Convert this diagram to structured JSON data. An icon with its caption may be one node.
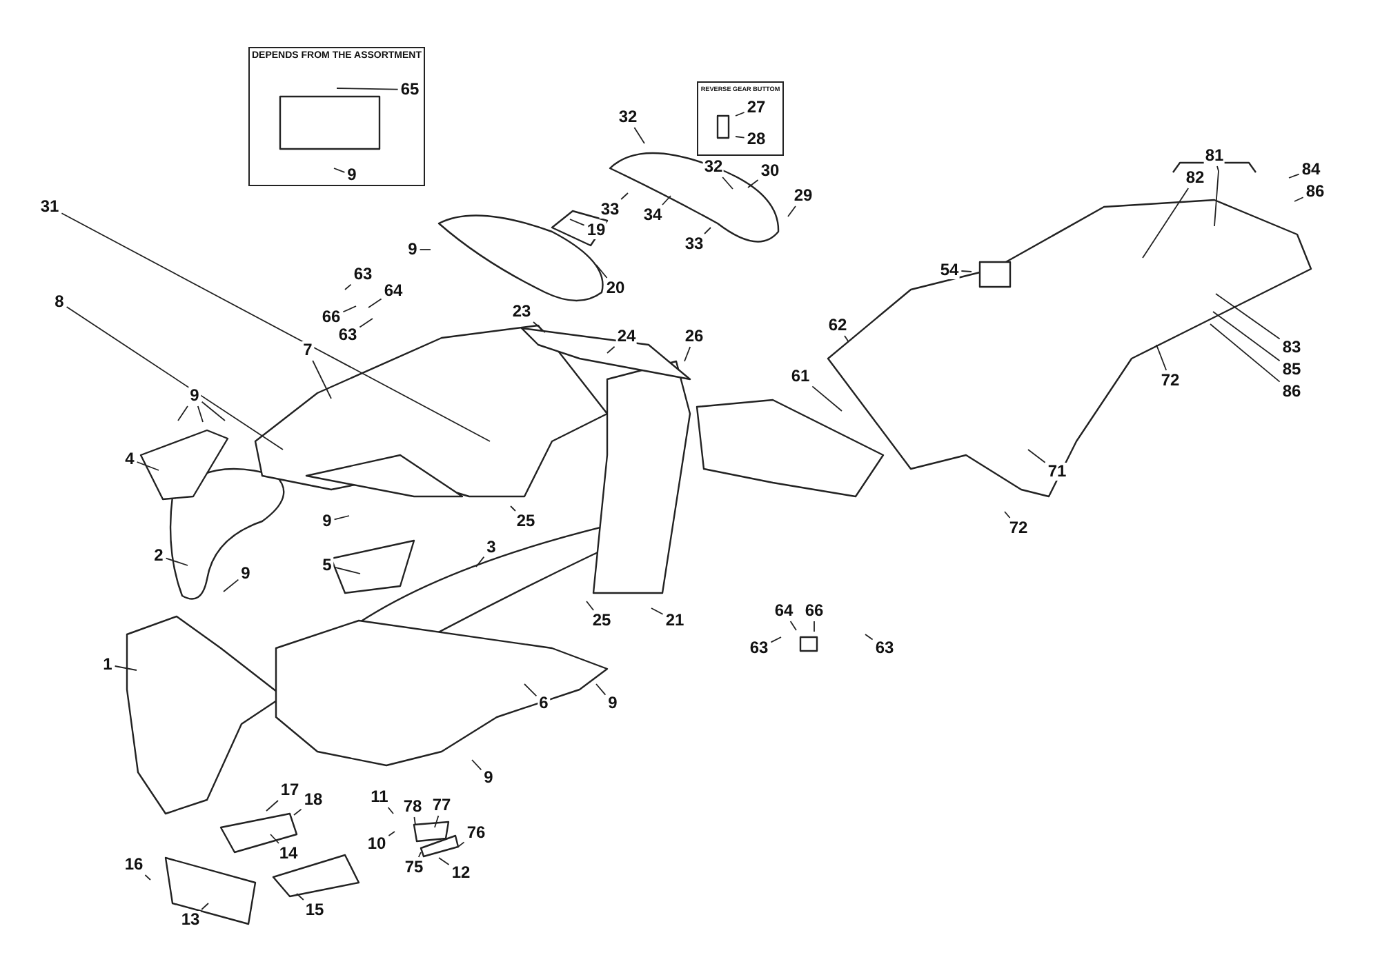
{
  "diagram": {
    "nodes": [
      {
        "text": [
          "DEPENDS FROM THE ASSORTMENT"
        ]
      },
      {
        "text": [
          "65"
        ],
        "in": 0
      },
      {
        "text": [
          "9"
        ],
        "in": 0
      },
      {
        "text": [
          "REVERSE GEAR BUTTOM"
        ]
      },
      {
        "text": [
          "27"
        ],
        "in": 3
      },
      {
        "text": [
          "28"
        ],
        "in": 3
      },
      {
        "text": [
          "32"
        ]
      },
      {
        "text": [
          "81"
        ]
      },
      {
        "text": [
          "84"
        ]
      },
      {
        "text": [
          "82"
        ]
      },
      {
        "text": [
          "86"
        ]
      },
      {
        "text": [
          "32"
        ]
      },
      {
        "text": [
          "30"
        ]
      },
      {
        "text": [
          "29"
        ]
      },
      {
        "text": [
          "31"
        ]
      },
      {
        "text": [
          "33"
        ]
      },
      {
        "text": [
          "34"
        ]
      },
      {
        "text": [
          "19"
        ]
      },
      {
        "text": [
          "33"
        ]
      },
      {
        "text": [
          "9"
        ]
      },
      {
        "text": [
          "54"
        ]
      },
      {
        "text": [
          "63"
        ]
      },
      {
        "text": [
          "20"
        ]
      },
      {
        "text": [
          "64"
        ]
      },
      {
        "text": [
          "8"
        ]
      },
      {
        "text": [
          "23"
        ]
      },
      {
        "text": [
          "66"
        ]
      },
      {
        "text": [
          "62"
        ]
      },
      {
        "text": [
          "63"
        ]
      },
      {
        "text": [
          "24"
        ]
      },
      {
        "text": [
          "26"
        ]
      },
      {
        "text": [
          "83"
        ]
      },
      {
        "text": [
          "7"
        ]
      },
      {
        "text": [
          "85"
        ]
      },
      {
        "text": [
          "61"
        ]
      },
      {
        "text": [
          "72"
        ]
      },
      {
        "text": [
          "86"
        ]
      },
      {
        "text": [
          "9"
        ]
      },
      {
        "text": [
          "4"
        ]
      },
      {
        "text": [
          "71"
        ]
      },
      {
        "text": [
          "9"
        ]
      },
      {
        "text": [
          "25"
        ]
      },
      {
        "text": [
          "72"
        ]
      },
      {
        "text": [
          "3"
        ]
      },
      {
        "text": [
          "2"
        ]
      },
      {
        "text": [
          "5"
        ]
      },
      {
        "text": [
          "9"
        ]
      },
      {
        "text": [
          "64"
        ]
      },
      {
        "text": [
          "66"
        ]
      },
      {
        "text": [
          "25"
        ]
      },
      {
        "text": [
          "21"
        ]
      },
      {
        "text": [
          "63"
        ]
      },
      {
        "text": [
          "63"
        ]
      },
      {
        "text": [
          "1"
        ]
      },
      {
        "text": [
          "6"
        ]
      },
      {
        "text": [
          "9"
        ]
      },
      {
        "text": [
          "9"
        ]
      },
      {
        "text": [
          "17"
        ]
      },
      {
        "text": [
          "11"
        ]
      },
      {
        "text": [
          "18"
        ]
      },
      {
        "text": [
          "78"
        ]
      },
      {
        "text": [
          "77"
        ]
      },
      {
        "text": [
          "76"
        ]
      },
      {
        "text": [
          "10"
        ]
      },
      {
        "text": [
          "14"
        ]
      },
      {
        "text": [
          "16"
        ]
      },
      {
        "text": [
          "75"
        ]
      },
      {
        "text": [
          "12"
        ]
      },
      {
        "text": [
          "15"
        ]
      },
      {
        "text": [
          "13"
        ]
      }
    ],
    "edges": [
      {
        "from": 1,
        "to": null,
        "arrow": "none"
      },
      {
        "from": 2,
        "to": null,
        "arrow": "none"
      },
      {
        "from": 4,
        "to": null,
        "arrow": "none"
      },
      {
        "from": 5,
        "to": null,
        "arrow": "none"
      },
      {
        "from": 6,
        "to": null,
        "arrow": "none"
      },
      {
        "from": 7,
        "to": null,
        "arrow": "none"
      },
      {
        "from": 8,
        "to": null,
        "arrow": "none"
      },
      {
        "from": 9,
        "to": null,
        "arrow": "none"
      },
      {
        "from": 10,
        "to": null,
        "arrow": "none"
      },
      {
        "from": 11,
        "to": null,
        "arrow": "none"
      },
      {
        "from": 12,
        "to": null,
        "arrow": "none"
      },
      {
        "from": 13,
        "to": null,
        "arrow": "none"
      },
      {
        "from": 14,
        "to": null,
        "arrow": "none"
      },
      {
        "from": 15,
        "to": null,
        "arrow": "none"
      },
      {
        "from": 16,
        "to": null,
        "arrow": "none"
      },
      {
        "from": 17,
        "to": null,
        "arrow": "none"
      },
      {
        "from": 18,
        "to": null,
        "arrow": "none"
      },
      {
        "from": 19,
        "to": null,
        "arrow": "none"
      },
      {
        "from": 20,
        "to": null,
        "arrow": "none"
      },
      {
        "from": 21,
        "to": null,
        "arrow": "none"
      },
      {
        "from": 22,
        "to": null,
        "arrow": "none"
      },
      {
        "from": 23,
        "to": null,
        "arrow": "none"
      },
      {
        "from": 24,
        "to": null,
        "arrow": "none"
      },
      {
        "from": 25,
        "to": null,
        "arrow": "none"
      },
      {
        "from": 26,
        "to": null,
        "arrow": "none"
      },
      {
        "from": 27,
        "to": null,
        "arrow": "none"
      },
      {
        "from": 28,
        "to": null,
        "arrow": "none"
      },
      {
        "from": 29,
        "to": null,
        "arrow": "none"
      },
      {
        "from": 30,
        "to": null,
        "arrow": "none"
      },
      {
        "from": 31,
        "to": null,
        "arrow": "none"
      },
      {
        "from": 32,
        "to": null,
        "arrow": "none"
      },
      {
        "from": 33,
        "to": null,
        "arrow": "none"
      },
      {
        "from": 34,
        "to": null,
        "arrow": "none"
      },
      {
        "from": 35,
        "to": null,
        "arrow": "none"
      },
      {
        "from": 36,
        "to": null,
        "arrow": "none"
      },
      {
        "from": 37,
        "to": null,
        "arrow": "none"
      },
      {
        "from": 37,
        "to": null,
        "arrow": "none"
      },
      {
        "from": 37,
        "to": null,
        "arrow": "none"
      },
      {
        "from": 38,
        "to": null,
        "arrow": "none"
      },
      {
        "from": 39,
        "to": null,
        "arrow": "none"
      },
      {
        "from": 40,
        "to": null,
        "arrow": "none"
      },
      {
        "from": 41,
        "to": null,
        "arrow": "none"
      },
      {
        "from": 42,
        "to": null,
        "arrow": "none"
      },
      {
        "from": 43,
        "to": null,
        "arrow": "none"
      },
      {
        "from": 44,
        "to": null,
        "arrow": "none"
      },
      {
        "from": 45,
        "to": null,
        "arrow": "none"
      },
      {
        "from": 46,
        "to": null,
        "arrow": "none"
      },
      {
        "from": 47,
        "to": null,
        "arrow": "none"
      },
      {
        "from": 48,
        "to": null,
        "arrow": "none"
      },
      {
        "from": 49,
        "to": null,
        "arrow": "none"
      },
      {
        "from": 50,
        "to": null,
        "arrow": "none"
      },
      {
        "from": 51,
        "to": null,
        "arrow": "none"
      },
      {
        "from": 52,
        "to": null,
        "arrow": "none"
      },
      {
        "from": 53,
        "to": null,
        "arrow": "none"
      },
      {
        "from": 54,
        "to": null,
        "arrow": "none"
      },
      {
        "from": 55,
        "to": null,
        "arrow": "none"
      },
      {
        "from": 56,
        "to": null,
        "arrow": "none"
      },
      {
        "from": 57,
        "to": null,
        "arrow": "none"
      },
      {
        "from": 58,
        "to": null,
        "arrow": "none"
      },
      {
        "from": 59,
        "to": null,
        "arrow": "none"
      },
      {
        "from": 60,
        "to": null,
        "arrow": "none"
      },
      {
        "from": 61,
        "to": null,
        "arrow": "none"
      },
      {
        "from": 62,
        "to": null,
        "arrow": "none"
      },
      {
        "from": 63,
        "to": null,
        "arrow": "none"
      },
      {
        "from": 64,
        "to": null,
        "arrow": "none"
      },
      {
        "from": 65,
        "to": null,
        "arrow": "none"
      },
      {
        "from": 66,
        "to": null,
        "arrow": "none"
      },
      {
        "from": 67,
        "to": null,
        "arrow": "none"
      },
      {
        "from": 68,
        "to": null,
        "arrow": "none"
      },
      {
        "from": 69,
        "to": null,
        "arrow": "none"
      }
    ]
  }
}
